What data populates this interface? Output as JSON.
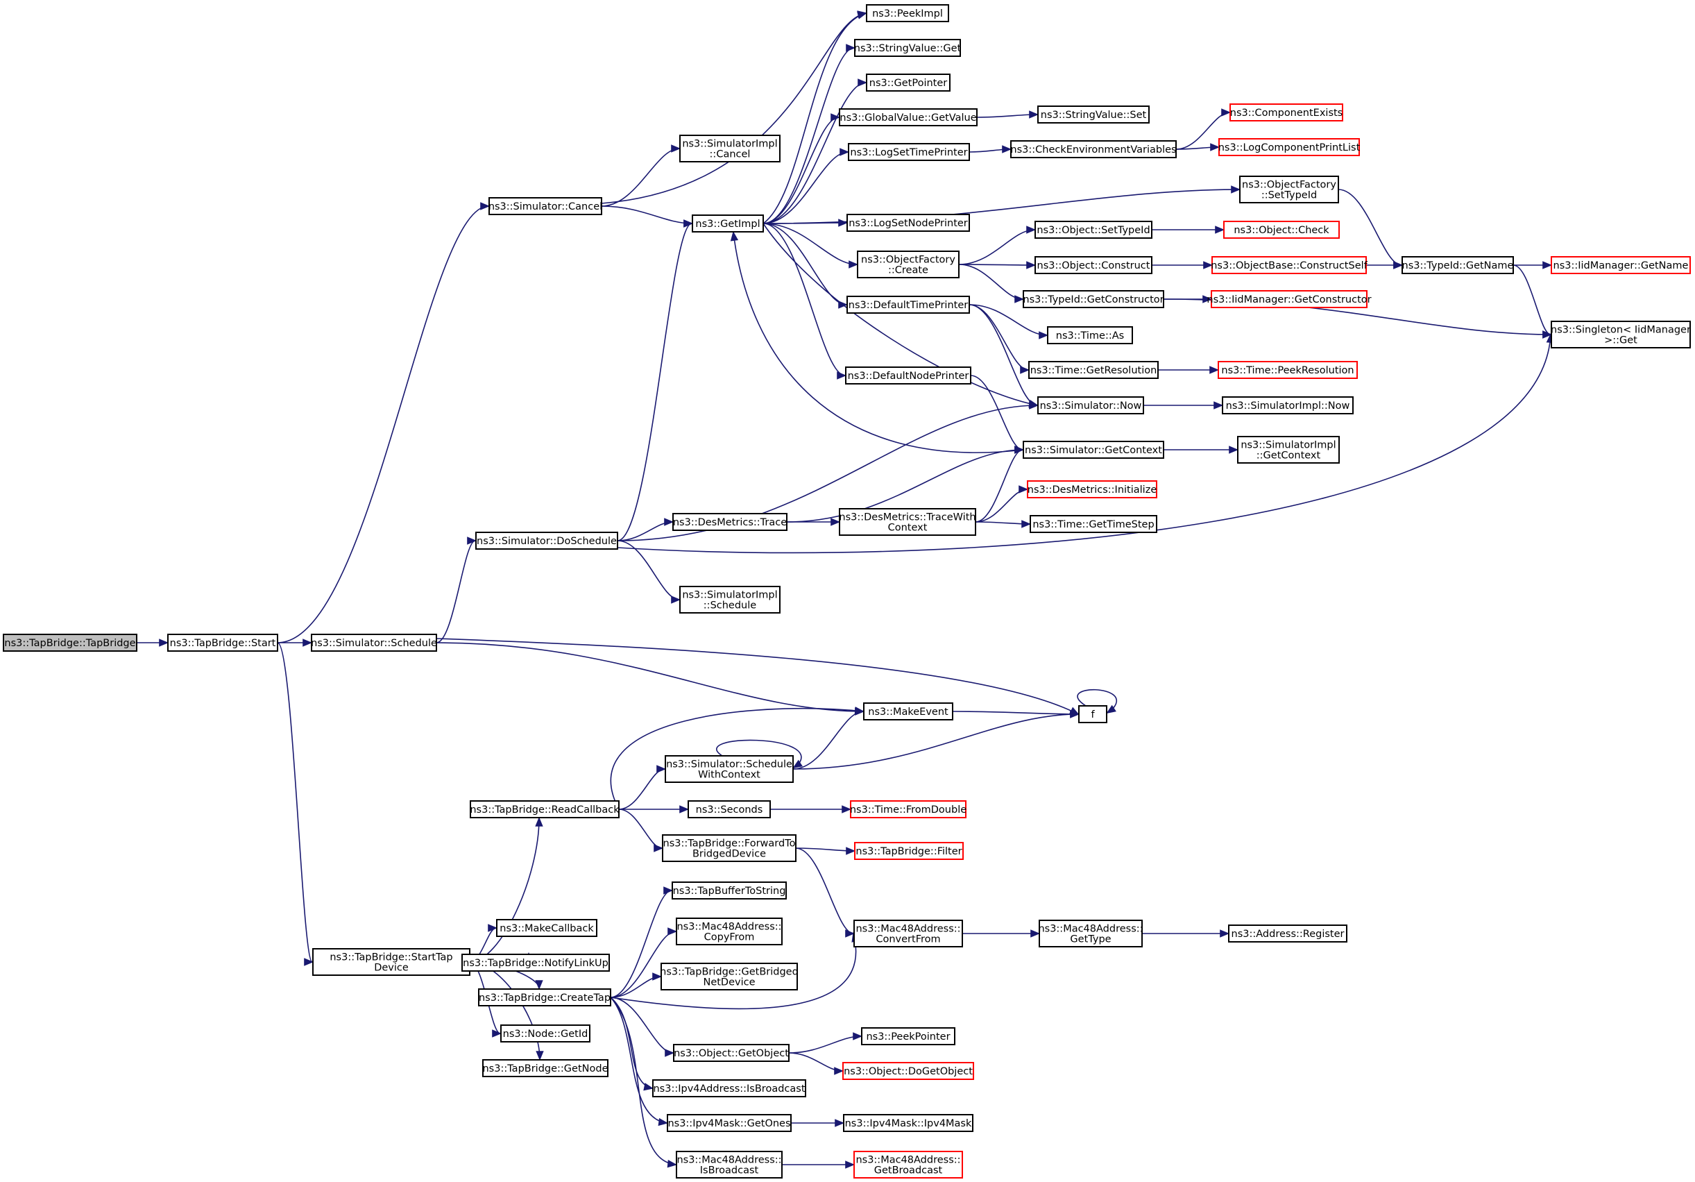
{
  "colors": {
    "edge": "#191970",
    "border": "#000000",
    "border_incomplete": "#ff0000",
    "root_fill": "#bfbfbf",
    "fill": "#ffffff"
  },
  "nodes": [
    {
      "id": "root",
      "lines": [
        "ns3::TapBridge::TapBridge"
      ],
      "style": "root"
    },
    {
      "id": "start",
      "lines": [
        "ns3::TapBridge::Start"
      ]
    },
    {
      "id": "cancel",
      "lines": [
        "ns3::Simulator::Cancel"
      ]
    },
    {
      "id": "schedule",
      "lines": [
        "ns3::Simulator::Schedule"
      ]
    },
    {
      "id": "starttap",
      "lines": [
        "ns3::TapBridge::StartTap",
        "Device"
      ]
    },
    {
      "id": "simimpl_cancel",
      "lines": [
        "ns3::SimulatorImpl",
        "::Cancel"
      ]
    },
    {
      "id": "getimpl",
      "lines": [
        "ns3::GetImpl"
      ]
    },
    {
      "id": "peekimpl",
      "lines": [
        "ns3::PeekImpl"
      ]
    },
    {
      "id": "stringvalue_get",
      "lines": [
        "ns3::StringValue::Get"
      ]
    },
    {
      "id": "getpointer",
      "lines": [
        "ns3::GetPointer"
      ]
    },
    {
      "id": "globalvalue_getvalue",
      "lines": [
        "ns3::GlobalValue::GetValue"
      ]
    },
    {
      "id": "stringvalue_set",
      "lines": [
        "ns3::StringValue::Set"
      ]
    },
    {
      "id": "logsettimeprinter",
      "lines": [
        "ns3::LogSetTimePrinter"
      ]
    },
    {
      "id": "checkenv",
      "lines": [
        "ns3::CheckEnvironmentVariables"
      ]
    },
    {
      "id": "componentexists",
      "lines": [
        "ns3::ComponentExists"
      ],
      "style": "incomplete"
    },
    {
      "id": "logcomponentprintlist",
      "lines": [
        "ns3::LogComponentPrintList"
      ],
      "style": "incomplete"
    },
    {
      "id": "objfactory_settypeid",
      "lines": [
        "ns3::ObjectFactory",
        "::SetTypeId"
      ]
    },
    {
      "id": "logsetnodeprinter",
      "lines": [
        "ns3::LogSetNodePrinter"
      ]
    },
    {
      "id": "objfactory_create",
      "lines": [
        "ns3::ObjectFactory",
        "::Create"
      ]
    },
    {
      "id": "object_settypeid",
      "lines": [
        "ns3::Object::SetTypeId"
      ]
    },
    {
      "id": "object_check",
      "lines": [
        "ns3::Object::Check"
      ],
      "style": "incomplete"
    },
    {
      "id": "object_construct",
      "lines": [
        "ns3::Object::Construct"
      ]
    },
    {
      "id": "objectbase_constructself",
      "lines": [
        "ns3::ObjectBase::ConstructSelf"
      ],
      "style": "incomplete"
    },
    {
      "id": "typeid_getname",
      "lines": [
        "ns3::TypeId::GetName"
      ]
    },
    {
      "id": "iidmanager_getname",
      "lines": [
        "ns3::IidManager::GetName"
      ],
      "style": "incomplete"
    },
    {
      "id": "typeid_getconstructor",
      "lines": [
        "ns3::TypeId::GetConstructor"
      ]
    },
    {
      "id": "iidmanager_getconstructor",
      "lines": [
        "ns3::IidManager::GetConstructor"
      ],
      "style": "incomplete"
    },
    {
      "id": "singleton_get",
      "lines": [
        "ns3::Singleton< IidManager",
        ">::Get"
      ]
    },
    {
      "id": "defaulttimeprinter",
      "lines": [
        "ns3::DefaultTimePrinter"
      ]
    },
    {
      "id": "time_as",
      "lines": [
        "ns3::Time::As"
      ]
    },
    {
      "id": "time_getresolution",
      "lines": [
        "ns3::Time::GetResolution"
      ]
    },
    {
      "id": "time_peekresolution",
      "lines": [
        "ns3::Time::PeekResolution"
      ],
      "style": "incomplete"
    },
    {
      "id": "defaultnodeprinter",
      "lines": [
        "ns3::DefaultNodePrinter"
      ]
    },
    {
      "id": "simulator_now",
      "lines": [
        "ns3::Simulator::Now"
      ]
    },
    {
      "id": "simimpl_now",
      "lines": [
        "ns3::SimulatorImpl::Now"
      ]
    },
    {
      "id": "simulator_getcontext",
      "lines": [
        "ns3::Simulator::GetContext"
      ]
    },
    {
      "id": "simimpl_getcontext",
      "lines": [
        "ns3::SimulatorImpl",
        "::GetContext"
      ]
    },
    {
      "id": "desmetrics_initialize",
      "lines": [
        "ns3::DesMetrics::Initialize"
      ],
      "style": "incomplete"
    },
    {
      "id": "desmetrics_trace",
      "lines": [
        "ns3::DesMetrics::Trace"
      ]
    },
    {
      "id": "desmetrics_tracewithcontext",
      "lines": [
        "ns3::DesMetrics::TraceWith",
        "Context"
      ]
    },
    {
      "id": "time_gettimestep",
      "lines": [
        "ns3::Time::GetTimeStep"
      ]
    },
    {
      "id": "doschedule",
      "lines": [
        "ns3::Simulator::DoSchedule"
      ]
    },
    {
      "id": "simimpl_schedule",
      "lines": [
        "ns3::SimulatorImpl",
        "::Schedule"
      ]
    },
    {
      "id": "makeevent",
      "lines": [
        "ns3::MakeEvent"
      ]
    },
    {
      "id": "f",
      "lines": [
        "f"
      ]
    },
    {
      "id": "schedulewithcontext",
      "lines": [
        "ns3::Simulator::Schedule",
        "WithContext"
      ]
    },
    {
      "id": "readcallback",
      "lines": [
        "ns3::TapBridge::ReadCallback"
      ]
    },
    {
      "id": "seconds",
      "lines": [
        "ns3::Seconds"
      ]
    },
    {
      "id": "time_fromdouble",
      "lines": [
        "ns3::Time::FromDouble"
      ],
      "style": "incomplete"
    },
    {
      "id": "forwardtobridged",
      "lines": [
        "ns3::TapBridge::ForwardTo",
        "BridgedDevice"
      ]
    },
    {
      "id": "tapbridge_filter",
      "lines": [
        "ns3::TapBridge::Filter"
      ],
      "style": "incomplete"
    },
    {
      "id": "tapbuffertostring",
      "lines": [
        "ns3::TapBufferToString"
      ]
    },
    {
      "id": "mac48_copyfrom",
      "lines": [
        "ns3::Mac48Address::",
        "CopyFrom"
      ]
    },
    {
      "id": "mac48_convertfrom",
      "lines": [
        "ns3::Mac48Address::",
        "ConvertFrom"
      ]
    },
    {
      "id": "mac48_gettype",
      "lines": [
        "ns3::Mac48Address::",
        "GetType"
      ]
    },
    {
      "id": "address_register",
      "lines": [
        "ns3::Address::Register"
      ]
    },
    {
      "id": "makecallback",
      "lines": [
        "ns3::MakeCallback"
      ]
    },
    {
      "id": "notifylinkup",
      "lines": [
        "ns3::TapBridge::NotifyLinkUp"
      ]
    },
    {
      "id": "getbridgednetdevice",
      "lines": [
        "ns3::TapBridge::GetBridged",
        "NetDevice"
      ]
    },
    {
      "id": "createtap",
      "lines": [
        "ns3::TapBridge::CreateTap"
      ]
    },
    {
      "id": "node_getid",
      "lines": [
        "ns3::Node::GetId"
      ]
    },
    {
      "id": "object_getobject",
      "lines": [
        "ns3::Object::GetObject"
      ]
    },
    {
      "id": "peekpointer",
      "lines": [
        "ns3::PeekPointer"
      ]
    },
    {
      "id": "object_dogetobject",
      "lines": [
        "ns3::Object::DoGetObject"
      ],
      "style": "incomplete"
    },
    {
      "id": "tapbridge_getnode",
      "lines": [
        "ns3::TapBridge::GetNode"
      ]
    },
    {
      "id": "ipv4address_isbroadcast",
      "lines": [
        "ns3::Ipv4Address::IsBroadcast"
      ]
    },
    {
      "id": "ipv4mask_getones",
      "lines": [
        "ns3::Ipv4Mask::GetOnes"
      ]
    },
    {
      "id": "ipv4mask_ipv4mask",
      "lines": [
        "ns3::Ipv4Mask::Ipv4Mask"
      ]
    },
    {
      "id": "mac48_isbroadcast",
      "lines": [
        "ns3::Mac48Address::",
        "IsBroadcast"
      ]
    },
    {
      "id": "mac48_getbroadcast",
      "lines": [
        "ns3::Mac48Address::",
        "GetBroadcast"
      ],
      "style": "incomplete"
    }
  ],
  "edges": [
    [
      "root",
      "start"
    ],
    [
      "start",
      "cancel"
    ],
    [
      "start",
      "schedule"
    ],
    [
      "start",
      "starttap"
    ],
    [
      "cancel",
      "simimpl_cancel"
    ],
    [
      "cancel",
      "getimpl"
    ],
    [
      "cancel",
      "peekimpl"
    ],
    [
      "getimpl",
      "peekimpl"
    ],
    [
      "getimpl",
      "stringvalue_get"
    ],
    [
      "getimpl",
      "getpointer"
    ],
    [
      "getimpl",
      "globalvalue_getvalue"
    ],
    [
      "getimpl",
      "logsettimeprinter"
    ],
    [
      "getimpl",
      "objfactory_settypeid"
    ],
    [
      "getimpl",
      "logsetnodeprinter"
    ],
    [
      "getimpl",
      "objfactory_create"
    ],
    [
      "getimpl",
      "defaulttimeprinter"
    ],
    [
      "getimpl",
      "defaultnodeprinter"
    ],
    [
      "getimpl",
      "simulator_now"
    ],
    [
      "globalvalue_getvalue",
      "stringvalue_set"
    ],
    [
      "logsettimeprinter",
      "checkenv"
    ],
    [
      "checkenv",
      "componentexists"
    ],
    [
      "checkenv",
      "logcomponentprintlist"
    ],
    [
      "objfactory_settypeid",
      "typeid_getname"
    ],
    [
      "objfactory_create",
      "object_settypeid"
    ],
    [
      "objfactory_create",
      "object_construct"
    ],
    [
      "objfactory_create",
      "typeid_getconstructor"
    ],
    [
      "object_settypeid",
      "object_check"
    ],
    [
      "object_construct",
      "objectbase_constructself"
    ],
    [
      "objectbase_constructself",
      "typeid_getname"
    ],
    [
      "typeid_getname",
      "iidmanager_getname"
    ],
    [
      "typeid_getname",
      "singleton_get"
    ],
    [
      "typeid_getconstructor",
      "iidmanager_getconstructor"
    ],
    [
      "typeid_getconstructor",
      "singleton_get"
    ],
    [
      "defaulttimeprinter",
      "time_as"
    ],
    [
      "defaulttimeprinter",
      "time_getresolution"
    ],
    [
      "defaulttimeprinter",
      "simulator_now"
    ],
    [
      "time_getresolution",
      "time_peekresolution"
    ],
    [
      "defaultnodeprinter",
      "simulator_getcontext"
    ],
    [
      "simulator_now",
      "simimpl_now"
    ],
    [
      "simulator_getcontext",
      "getimpl"
    ],
    [
      "simulator_getcontext",
      "simimpl_getcontext"
    ],
    [
      "schedule",
      "doschedule"
    ],
    [
      "schedule",
      "makeevent"
    ],
    [
      "schedule",
      "f"
    ],
    [
      "doschedule",
      "getimpl"
    ],
    [
      "doschedule",
      "simulator_now"
    ],
    [
      "doschedule",
      "desmetrics_trace"
    ],
    [
      "doschedule",
      "simimpl_schedule"
    ],
    [
      "doschedule",
      "singleton_get"
    ],
    [
      "desmetrics_trace",
      "simulator_getcontext"
    ],
    [
      "desmetrics_trace",
      "desmetrics_tracewithcontext"
    ],
    [
      "desmetrics_tracewithcontext",
      "simulator_getcontext"
    ],
    [
      "desmetrics_tracewithcontext",
      "desmetrics_initialize"
    ],
    [
      "desmetrics_tracewithcontext",
      "time_gettimestep"
    ],
    [
      "makeevent",
      "f"
    ],
    [
      "f",
      "f"
    ],
    [
      "schedulewithcontext",
      "schedulewithcontext"
    ],
    [
      "schedulewithcontext",
      "makeevent"
    ],
    [
      "schedulewithcontext",
      "f"
    ],
    [
      "starttap",
      "readcallback"
    ],
    [
      "starttap",
      "makecallback"
    ],
    [
      "starttap",
      "notifylinkup"
    ],
    [
      "starttap",
      "createtap"
    ],
    [
      "starttap",
      "node_getid"
    ],
    [
      "starttap",
      "tapbridge_getnode"
    ],
    [
      "readcallback",
      "makeevent"
    ],
    [
      "readcallback",
      "schedulewithcontext"
    ],
    [
      "readcallback",
      "seconds"
    ],
    [
      "readcallback",
      "forwardtobridged"
    ],
    [
      "seconds",
      "time_fromdouble"
    ],
    [
      "forwardtobridged",
      "tapbridge_filter"
    ],
    [
      "forwardtobridged",
      "mac48_convertfrom"
    ],
    [
      "mac48_convertfrom",
      "mac48_gettype"
    ],
    [
      "mac48_gettype",
      "address_register"
    ],
    [
      "createtap",
      "tapbuffertostring"
    ],
    [
      "createtap",
      "mac48_copyfrom"
    ],
    [
      "createtap",
      "getbridgednetdevice"
    ],
    [
      "createtap",
      "mac48_convertfrom"
    ],
    [
      "createtap",
      "object_getobject"
    ],
    [
      "createtap",
      "ipv4address_isbroadcast"
    ],
    [
      "createtap",
      "ipv4mask_getones"
    ],
    [
      "createtap",
      "mac48_isbroadcast"
    ],
    [
      "object_getobject",
      "peekpointer"
    ],
    [
      "object_getobject",
      "object_dogetobject"
    ],
    [
      "ipv4mask_getones",
      "ipv4mask_ipv4mask"
    ],
    [
      "mac48_isbroadcast",
      "mac48_getbroadcast"
    ]
  ]
}
